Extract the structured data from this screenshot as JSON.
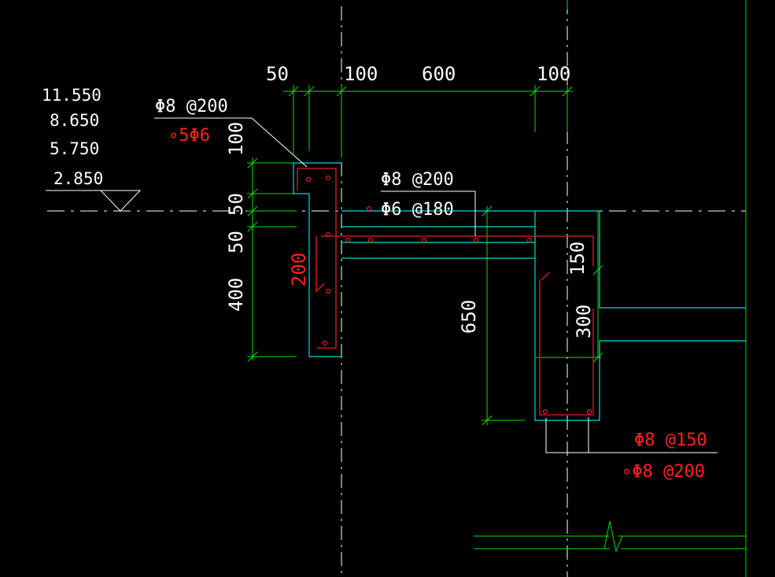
{
  "colors": {
    "background": "#000000",
    "dimension": "#00e000",
    "concrete": "#00d8d8",
    "rebar": "#e02020",
    "text": "#ffffff",
    "red_text": "#ff2020",
    "axis": "#ffffff"
  },
  "top_dimensions": [
    "50",
    "100",
    "600",
    "100"
  ],
  "elevations": [
    "11.550",
    "8.650",
    "5.750",
    "2.850"
  ],
  "left_dimensions": [
    "100",
    "50",
    "50",
    "400"
  ],
  "labels": {
    "parapet_stirrup": "Φ8 @200",
    "parapet_long_bars": "∘5Φ6",
    "slab_top_bar": "Φ8 @200",
    "slab_dist_bar": "Φ6 @180",
    "parapet_inner_dim": "200",
    "beam_depth_dim": "650",
    "beam_upper_dim": "150",
    "beam_lower_dim": "300",
    "beam_stirrup": "Φ8 @150",
    "beam_side_bar": "∘Φ8 @200"
  }
}
